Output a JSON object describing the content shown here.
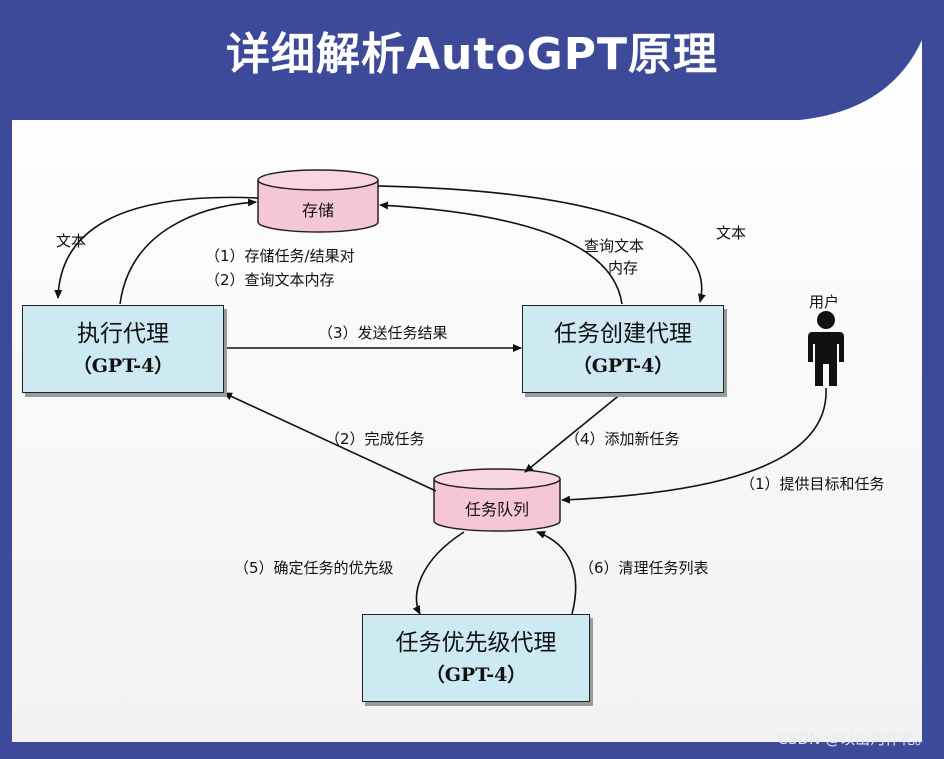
{
  "title": "详细解析AutoGPT原理",
  "storage": {
    "label": "存储"
  },
  "queue": {
    "label": "任务队列"
  },
  "boxes": {
    "exec": {
      "name": "执行代理",
      "model": "（GPT-4）"
    },
    "create": {
      "name": "任务创建代理",
      "model": "（GPT-4）"
    },
    "priority": {
      "name": "任务优先级代理",
      "model": "（GPT-4）"
    }
  },
  "user": {
    "label": "用户"
  },
  "labels": {
    "text_left": "文本",
    "text_right": "文本",
    "store_pair": "（1）存储任务/结果对",
    "query_store": "（2）查询文本内存",
    "query_mem_1": "查询文本",
    "query_mem_2": "内存",
    "send_result": "（3）发送任务结果",
    "complete_task": "（2）完成任务",
    "add_task": "（4）添加新任务",
    "provide_goal": "（1）提供目标和任务",
    "prioritize": "（5）确定任务的优先级",
    "clean_list": "（6）清理任务列表"
  },
  "watermark": "CSDN @以山河作礼。",
  "colors": {
    "banner": "#3d4a9a",
    "box_fill": "#cde9f2",
    "cylinder_fill": "#f4c6d8"
  }
}
